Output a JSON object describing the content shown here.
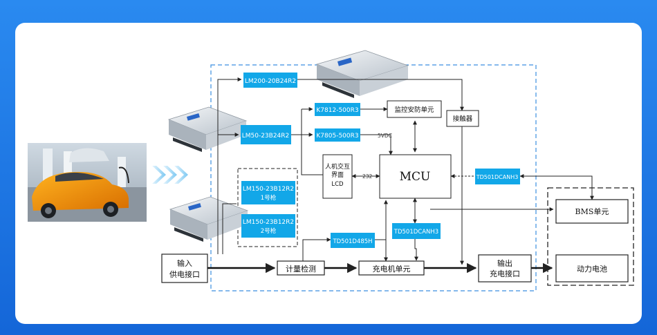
{
  "colors": {
    "accent_blue": "#12a7e8",
    "frame_blue": "#1a6fe0",
    "line": "#222222",
    "dashed_frame": "#3a8ee0",
    "chevron": "#8fd0f5"
  },
  "icons": [
    "car-charging-photo",
    "power-supply-module",
    "chevron-right"
  ],
  "blue_modules": {
    "lm200": "LM200-20B24R2",
    "lm50": "LM50-23B24R2",
    "k7812": "K7812-500R3",
    "k7805": "K7805-500R3",
    "lm150_1_line1": "LM150-23B12R2",
    "lm150_1_line2": "1号枪",
    "lm150_2_line1": "LM150-23B12R2",
    "lm150_2_line2": "2号枪",
    "td485": "TD501D485H",
    "tdcan_mid": "TD501DCANH3",
    "tdcan_right": "TD501DCANH3"
  },
  "white_boxes": {
    "security": "监控安防单元",
    "contactor": "接触器",
    "hmi_line1": "人机交互",
    "hmi_line2": "界面",
    "hmi_line3": "LCD",
    "mcu": "MCU",
    "input_line1": "输入",
    "input_line2": "供电接口",
    "metering": "计量检测",
    "charger_unit": "充电机单元",
    "output_line1": "输出",
    "output_line2": "充电接口",
    "bms": "BMS单元",
    "battery": "动力电池"
  },
  "line_labels": {
    "v5": "5VDC",
    "r232": "232"
  }
}
